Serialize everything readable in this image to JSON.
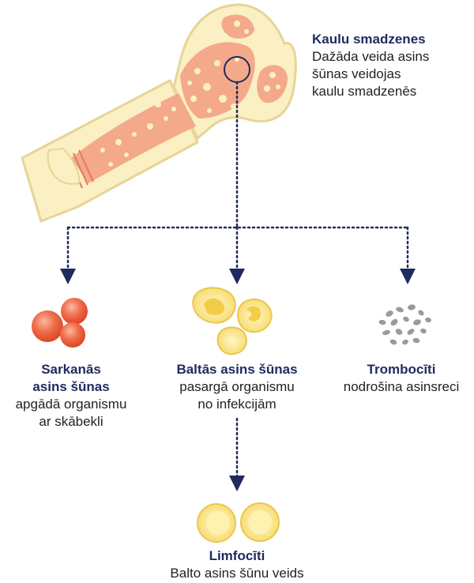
{
  "bone_marrow": {
    "title": "Kaulu smadzenes",
    "lines": [
      "Dažāda veida asins",
      "šūnas veidojas",
      "kaulu smadzenēs"
    ]
  },
  "red_cells": {
    "title_lines": [
      "Sarkanās",
      "asins šūnas"
    ],
    "desc_lines": [
      "apgādā organismu",
      "ar skābekli"
    ]
  },
  "white_cells": {
    "title": "Baltās asins šūnas",
    "desc_lines": [
      "pasargā organismu",
      "no infekcijām"
    ]
  },
  "platelets": {
    "title": "Trombocīti",
    "desc": "nodrošina asinsreci"
  },
  "lymphocytes": {
    "title": "Limfocīti",
    "desc": "Balto asins šūnu veids"
  },
  "colors": {
    "bone": "#fbefc4",
    "bone_outline": "#e6d595",
    "marrow": "#f4a98a",
    "red_cell": "#e8502f",
    "white_cell": "#fbe58a",
    "platelet": "#9a9a9a",
    "arrow": "#1f2a5e",
    "title_text": "#1f2a5e"
  }
}
